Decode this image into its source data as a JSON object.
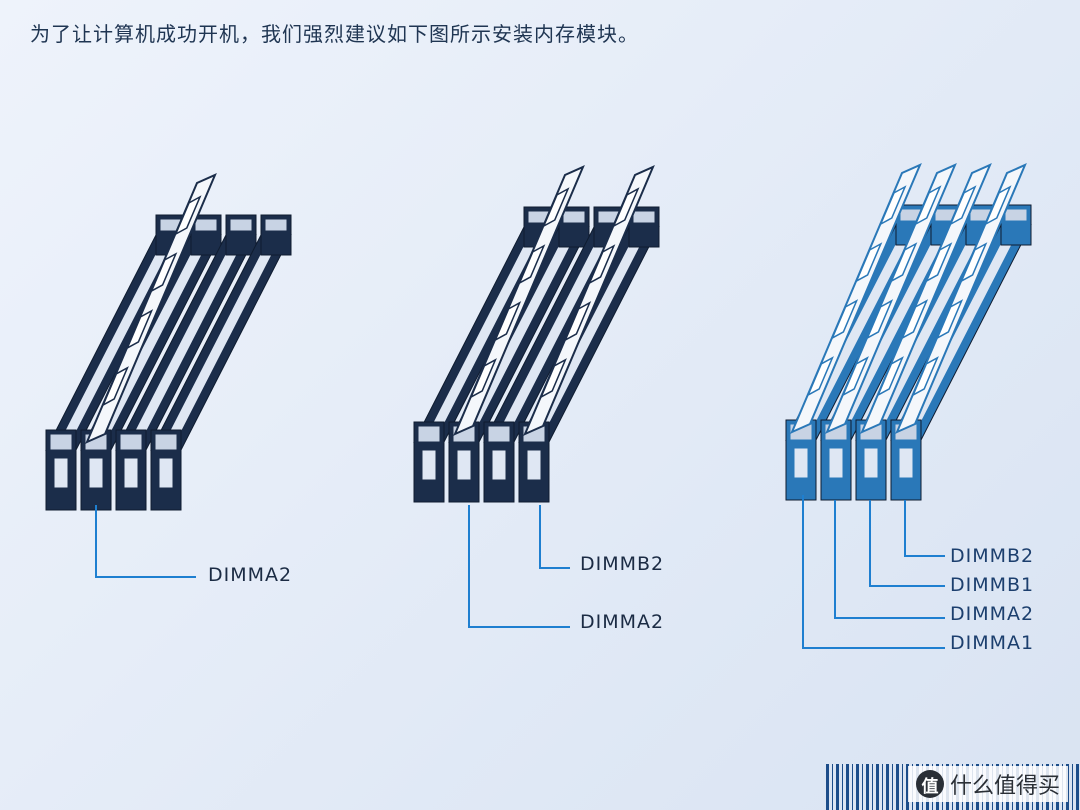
{
  "instruction": "为了让计算机成功开机，我们强烈建议如下图所示安装内存模块。",
  "configs": [
    {
      "slots": [
        "DIMMA1",
        "DIMMA2",
        "DIMMB1",
        "DIMMB2"
      ],
      "installed": [
        "DIMMA2"
      ],
      "labels": [
        "DIMMA2"
      ]
    },
    {
      "slots": [
        "DIMMA1",
        "DIMMA2",
        "DIMMB1",
        "DIMMB2"
      ],
      "installed": [
        "DIMMA2",
        "DIMMB2"
      ],
      "labels": [
        "DIMMB2",
        "DIMMA2"
      ]
    },
    {
      "slots": [
        "DIMMA1",
        "DIMMA2",
        "DIMMB1",
        "DIMMB2"
      ],
      "installed": [
        "DIMMA1",
        "DIMMA2",
        "DIMMB1",
        "DIMMB2"
      ],
      "labels": [
        "DIMMB2",
        "DIMMB1",
        "DIMMA2",
        "DIMMA1"
      ]
    }
  ],
  "watermark": {
    "logo": "值",
    "text": "什么值得买"
  },
  "colors": {
    "ink": "#1b2d4a",
    "leader_line": "#1e7fd0",
    "config3_ink": "#2a78b8"
  }
}
